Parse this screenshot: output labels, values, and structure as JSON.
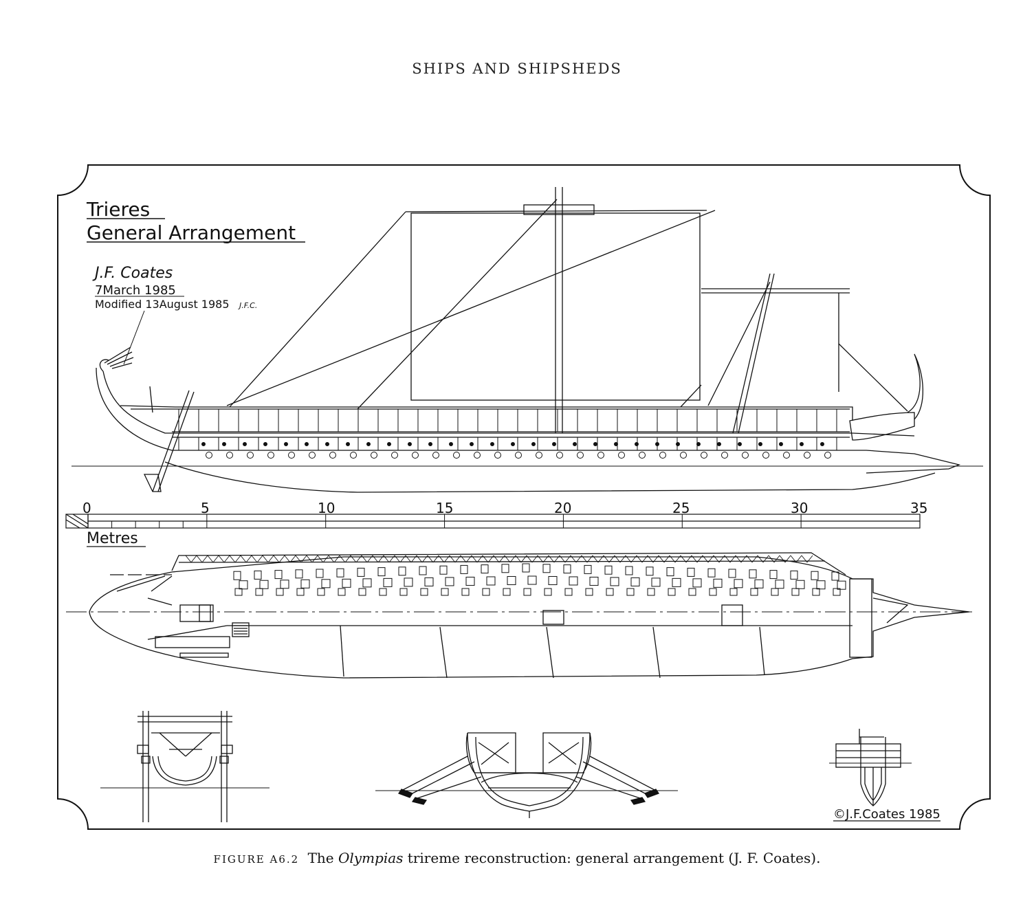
{
  "running_head": "SHIPS AND SHIPSHEDS",
  "drawing": {
    "title_line1": "Trieres",
    "title_line2": "General Arrangement",
    "author_signature": "J.F. Coates",
    "date": "7March 1985",
    "modified": "Modified 13August 1985",
    "modified_initials": "J.F.C.",
    "scale_unit": "Metres",
    "scale_ticks": [
      "0",
      "5",
      "10",
      "15",
      "20",
      "25",
      "30",
      "35"
    ],
    "copyright": "©J.F.Coates 1985"
  },
  "caption": {
    "label": "FIGURE A6.2",
    "text_before": "The",
    "ship_name": "Olympias",
    "text_after": "trireme reconstruction: general arrangement (J. F. Coates)."
  }
}
